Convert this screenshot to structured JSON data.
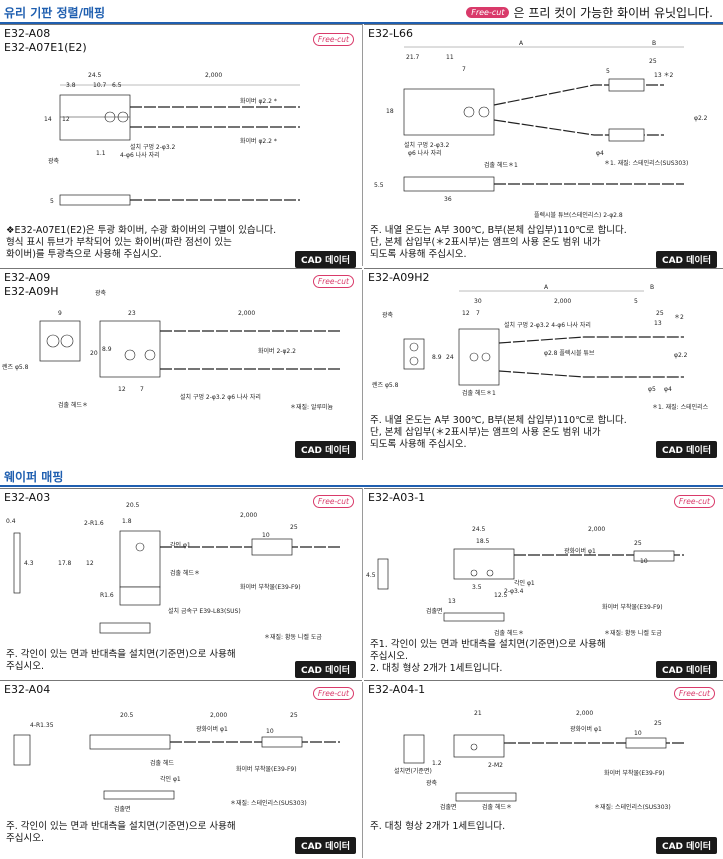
{
  "section1": {
    "title": "유리 기판 정렬/매핑",
    "note": "은 프리 컷이 가능한 화이버 유닛입니다.",
    "pill": "Free-cut"
  },
  "section2": {
    "title": "웨이퍼 매핑"
  },
  "free_cut": "Free-cut",
  "cad": "CAD 데이터",
  "p1": {
    "name1": "E32-A08",
    "name2": "E32-A07E1(E2)",
    "note": "❖E32-A07E1(E2)은 투광 화이버, 수광 화이버의 구별이 있습니다.\n   형식 표시 튜브가 부착되어 있는 화이버(파란 점선이 있는\n   화이버)를 투광측으로 사용해 주십시오.",
    "labels": {
      "d1": "24.5",
      "d2": "10.7",
      "d3": "6.5",
      "d4": "3.8",
      "d5": "2,000",
      "d6": "14",
      "d7": "12",
      "d8": "1.1",
      "d9": "5",
      "fiber1": "화이버 φ2.2 *",
      "fiber2": "화이버 φ2.2 *",
      "hole": "설치 구멍 2-φ3.2",
      "screw": "4-φ6 나사 자리",
      "optic": "광축"
    }
  },
  "p2": {
    "name": "E32-L66",
    "note": "주. 내열 온도는 A부 300℃, B부(본체 삽입부)110℃로 합니다.\n   단, 본체 삽입부(＊2표시부)는 앰프의 사용 온도 범위 내가\n   되도록 사용해 주십시오.",
    "labels": {
      "a": "A",
      "b": "B",
      "d1": "21.7",
      "d2": "11",
      "d3": "7",
      "d4": "18",
      "d5": "5",
      "d6": "25",
      "d7": "13 ＊2",
      "d8": "φ2.2",
      "d9": "φ4",
      "d10": "5.5",
      "d11": "36",
      "hole": "설치 구멍 2-φ3.2",
      "screw": "φ6 나사 자리",
      "head": "검출 헤드＊1",
      "tube": "플렉시블 튜브(스테인리스) 2-φ2.8",
      "mat": "＊1. 재질: 스테인리스(SUS303)"
    }
  },
  "p3": {
    "name1": "E32-A09",
    "name2": "E32-A09H",
    "labels": {
      "optic": "광축",
      "d1": "9",
      "d2": "23",
      "d3": "2,000",
      "d4": "20",
      "d5": "8.9",
      "d6": "12",
      "d7": "7",
      "lens": "렌즈 φ5.8",
      "fiber": "화이버 2-φ2.2",
      "hole": "설치 구멍 2-φ3.2 φ6 나사 자리",
      "head": "검출 헤드＊",
      "mat": "＊재질: 알루미늄"
    }
  },
  "p4": {
    "name": "E32-A09H2",
    "note": "주. 내열 온도는 A부 300℃, B부(본체 삽입부)110℃로 합니다.\n   단, 본체 삽입부(＊2표시부)는 앰프의 사용 온도 범위 내가\n   되도록 사용해 주십시오.",
    "labels": {
      "a": "A",
      "b": "B",
      "d1": "30",
      "d2": "12",
      "d3": "7",
      "d4": "2,000",
      "d5": "5",
      "d6": "25",
      "d7": "13",
      "d8": "＊2",
      "d9": "24",
      "d10": "8.9",
      "d11": "φ2.2",
      "d12": "φ5",
      "d13": "φ4",
      "optic": "광축",
      "hole": "설치 구멍 2-φ3.2  4-φ6 나사 자리",
      "tube": "φ2.8 플렉시블 튜브",
      "lens": "렌즈 φ5.8",
      "head": "검출 헤드＊1",
      "mat": "＊1. 재질: 스테인리스"
    }
  },
  "p5": {
    "name": "E32-A03",
    "note": "주. 각인이 있는 면과 반대측을 설치면(기준면)으로 사용해\n   주십시오.",
    "labels": {
      "d1": "0.4",
      "d2": "4.3",
      "d3": "20.5",
      "d4": "1.8",
      "d5": "2,000",
      "d6": "25",
      "d7": "10",
      "d8": "17.8",
      "d9": "12",
      "d10": "R1.6",
      "d11": "2-R1.6",
      "mark": "각인 φ1",
      "head": "검출 헤드＊",
      "attach": "화이버 부착물(E39-F9)",
      "hole": "설치 금속구 E39-L83(SUS)",
      "mat": "＊재질: 황동 니켈 도금"
    }
  },
  "p6": {
    "name": "E32-A03-1",
    "note": "주1. 각인이 있는 면과 반대측을 설치면(기준면)으로 사용해\n      주십시오.\n   2. 대칭 형상 2개가 1세트입니다.",
    "labels": {
      "d1": "24.5",
      "d2": "18.5",
      "d3": "2,000",
      "d4": "25",
      "d5": "10",
      "d6": "4.5",
      "d7": "3.5",
      "d8": "12.5",
      "d9": "13",
      "fiber": "광화이버 φ1",
      "attach": "화이버 부착물(E39-F9)",
      "mark": "각인 φ1",
      "hole": "2-φ3.4",
      "surface": "검출면",
      "head": "검출 헤드＊",
      "mat": "＊재질: 황동 니켈 도금"
    }
  },
  "p7": {
    "name": "E32-A04",
    "note": "주. 각인이 있는 면과 반대측을 설치면(기준면)으로 사용해\n   주십시오.",
    "labels": {
      "d1": "4-R1.35",
      "d2": "20.5",
      "d3": "2,000",
      "d4": "25",
      "d5": "10",
      "fiber": "광화이버 φ1",
      "head": "검출 헤드",
      "attach": "화이버 부착물(E39-F9)",
      "mark": "각인 φ1",
      "surface": "검출면",
      "mat": "＊재질: 스테인리스(SUS303)"
    }
  },
  "p8": {
    "name": "E32-A04-1",
    "note": "주. 대칭 형상 2개가 1세트입니다.",
    "labels": {
      "d1": "21",
      "d2": "2,000",
      "d3": "25",
      "d4": "10",
      "d5": "1.2",
      "d6": "2-M2",
      "fiber": "광화이버 φ1",
      "attach": "화이버 부착물(E39-F9)",
      "install": "설치면(기준면)",
      "optic": "광축",
      "surface": "검출면",
      "head": "검출 헤드＊",
      "mat": "＊재질: 스테인리스(SUS303)"
    }
  }
}
